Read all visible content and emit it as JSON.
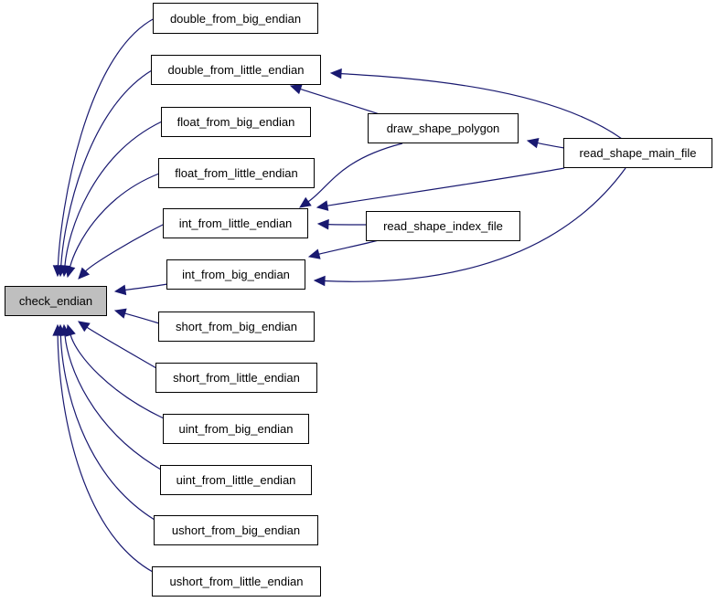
{
  "diagram": {
    "colors": {
      "edge": "#191970",
      "node_border": "#000000",
      "node_fill": "#ffffff",
      "root_fill": "#bfbfbf"
    },
    "root": {
      "id": "check_endian",
      "label": "check_endian"
    },
    "nodes": [
      {
        "id": "check_endian",
        "label": "check_endian"
      },
      {
        "id": "double_from_big_endian",
        "label": "double_from_big_endian"
      },
      {
        "id": "double_from_little_endian",
        "label": "double_from_little_endian"
      },
      {
        "id": "float_from_big_endian",
        "label": "float_from_big_endian"
      },
      {
        "id": "float_from_little_endian",
        "label": "float_from_little_endian"
      },
      {
        "id": "int_from_little_endian",
        "label": "int_from_little_endian"
      },
      {
        "id": "int_from_big_endian",
        "label": "int_from_big_endian"
      },
      {
        "id": "short_from_big_endian",
        "label": "short_from_big_endian"
      },
      {
        "id": "short_from_little_endian",
        "label": "short_from_little_endian"
      },
      {
        "id": "uint_from_big_endian",
        "label": "uint_from_big_endian"
      },
      {
        "id": "uint_from_little_endian",
        "label": "uint_from_little_endian"
      },
      {
        "id": "ushort_from_big_endian",
        "label": "ushort_from_big_endian"
      },
      {
        "id": "ushort_from_little_endian",
        "label": "ushort_from_little_endian"
      },
      {
        "id": "draw_shape_polygon",
        "label": "draw_shape_polygon"
      },
      {
        "id": "read_shape_index_file",
        "label": "read_shape_index_file"
      },
      {
        "id": "read_shape_main_file",
        "label": "read_shape_main_file"
      }
    ],
    "edges": [
      {
        "from": "double_from_big_endian",
        "to": "check_endian"
      },
      {
        "from": "double_from_little_endian",
        "to": "check_endian"
      },
      {
        "from": "float_from_big_endian",
        "to": "check_endian"
      },
      {
        "from": "float_from_little_endian",
        "to": "check_endian"
      },
      {
        "from": "int_from_little_endian",
        "to": "check_endian"
      },
      {
        "from": "int_from_big_endian",
        "to": "check_endian"
      },
      {
        "from": "short_from_big_endian",
        "to": "check_endian"
      },
      {
        "from": "short_from_little_endian",
        "to": "check_endian"
      },
      {
        "from": "uint_from_big_endian",
        "to": "check_endian"
      },
      {
        "from": "uint_from_little_endian",
        "to": "check_endian"
      },
      {
        "from": "ushort_from_big_endian",
        "to": "check_endian"
      },
      {
        "from": "ushort_from_little_endian",
        "to": "check_endian"
      },
      {
        "from": "draw_shape_polygon",
        "to": "double_from_little_endian"
      },
      {
        "from": "read_shape_main_file",
        "to": "double_from_little_endian"
      },
      {
        "from": "read_shape_main_file",
        "to": "draw_shape_polygon"
      },
      {
        "from": "draw_shape_polygon",
        "to": "int_from_little_endian"
      },
      {
        "from": "read_shape_main_file",
        "to": "int_from_little_endian"
      },
      {
        "from": "read_shape_index_file",
        "to": "int_from_little_endian"
      },
      {
        "from": "read_shape_index_file",
        "to": "int_from_big_endian"
      },
      {
        "from": "read_shape_main_file",
        "to": "int_from_big_endian"
      }
    ]
  }
}
